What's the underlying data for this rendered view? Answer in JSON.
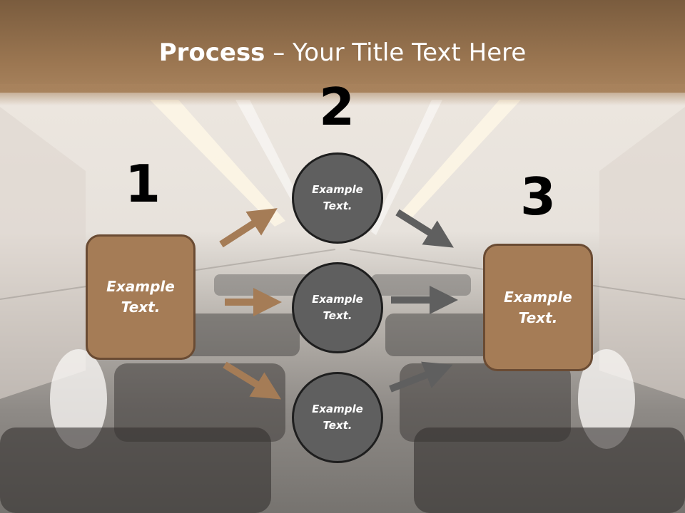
{
  "title": {
    "bold": "Process",
    "rest": " – Your Title Text Here"
  },
  "steps": {
    "one": {
      "number": "1",
      "text": "Example Text."
    },
    "two": {
      "number": "2"
    },
    "three": {
      "number": "3",
      "text": "Example Text."
    }
  },
  "circles": [
    {
      "text": "Example Text."
    },
    {
      "text": "Example Text."
    },
    {
      "text": "Example Text."
    }
  ],
  "colors": {
    "header": "#9c7752",
    "box_fill": "#a57c56",
    "box_border": "#6a4b33",
    "circle_fill": "#5f5f5f",
    "arrow_brown": "#a57c56",
    "arrow_gray": "#5f5f5f"
  }
}
